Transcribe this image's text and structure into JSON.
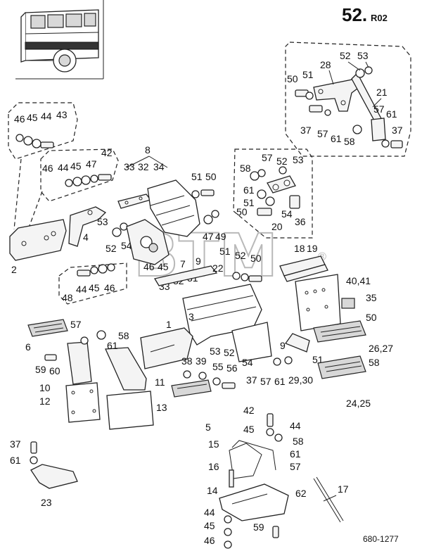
{
  "header": {
    "page_number": "52.",
    "revision": "R02",
    "drawing_code": "680-1277"
  },
  "watermark": {
    "text": "BTM",
    "registered_mark": "®"
  },
  "callouts": {
    "top_right": [
      "52",
      "53",
      "28",
      "50",
      "51",
      "21",
      "57",
      "61",
      "37",
      "57",
      "61",
      "58",
      "37"
    ],
    "mid_right": [
      "57",
      "52",
      "53",
      "58",
      "61",
      "51",
      "50",
      "54",
      "36",
      "20"
    ],
    "left_upper": [
      "46",
      "45",
      "44",
      "43"
    ],
    "left_mid": [
      "46",
      "44",
      "45",
      "47",
      "42"
    ],
    "center_upper": [
      "8",
      "33",
      "32",
      "34",
      "51",
      "50",
      "53",
      "4",
      "52",
      "54",
      "49",
      "47",
      "46",
      "45",
      "7",
      "9",
      "2"
    ],
    "center_mid": [
      "51",
      "52",
      "50",
      "18",
      "19",
      "22",
      "31",
      "32",
      "33",
      "48",
      "44",
      "45",
      "46",
      "40,41",
      "35",
      "3",
      "1"
    ],
    "center_lower": [
      "57",
      "58",
      "6",
      "61",
      "59",
      "60",
      "10",
      "11",
      "12",
      "13",
      "38",
      "39",
      "55",
      "56",
      "5",
      "53",
      "52",
      "54",
      "9",
      "37",
      "57",
      "61",
      "29,30",
      "51",
      "50",
      "26,27",
      "58",
      "24,25"
    ],
    "bottom": [
      "42",
      "44",
      "45",
      "58",
      "61",
      "57",
      "15",
      "16",
      "14",
      "62",
      "17",
      "44",
      "45",
      "46",
      "59",
      "37",
      "61",
      "23"
    ]
  }
}
